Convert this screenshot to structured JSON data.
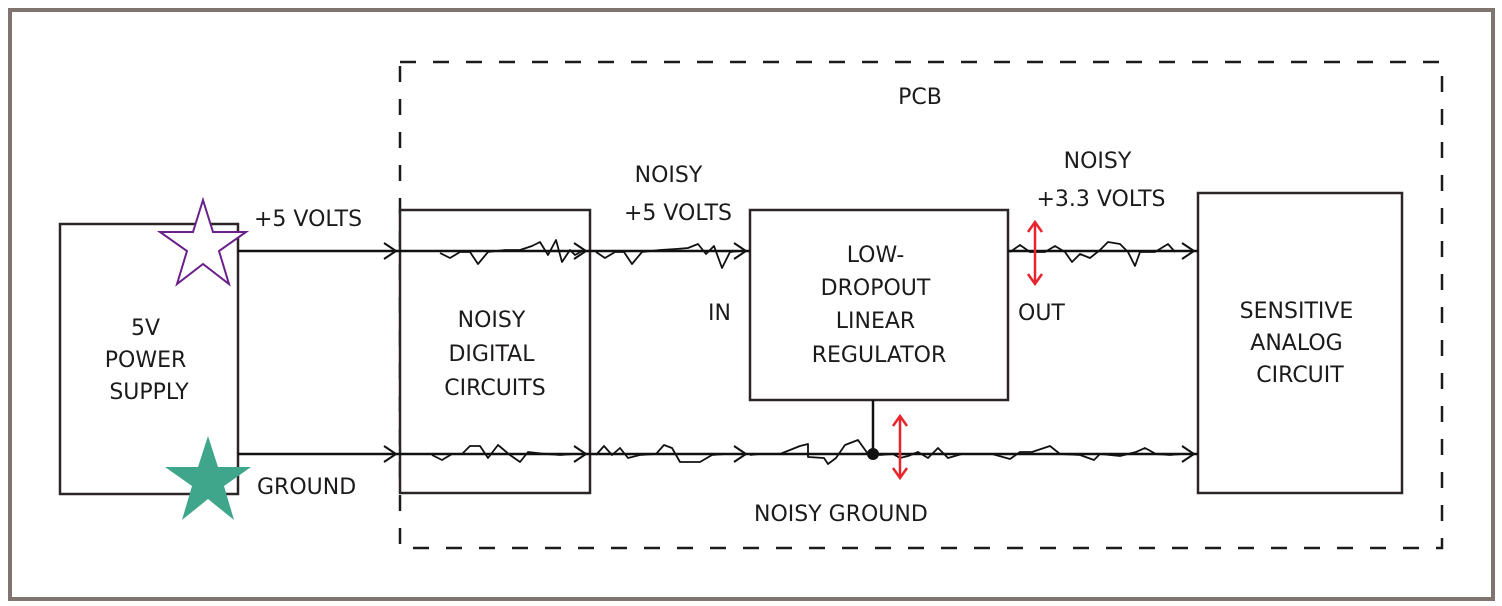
{
  "diagram": {
    "pcb_label": "PCB",
    "blocks": {
      "power_supply": [
        "5V",
        "POWER",
        "SUPPLY"
      ],
      "digital": [
        "NOISY",
        "DIGITAL",
        "CIRCUITS"
      ],
      "ldo": [
        "LOW-",
        "DROPOUT",
        "LINEAR",
        "REGULATOR"
      ],
      "analog": [
        "SENSITIVE",
        "ANALOG",
        "CIRCUIT"
      ]
    },
    "labels": {
      "plus5": "+5 VOLTS",
      "ground": "GROUND",
      "noisy5_line1": "NOISY",
      "noisy5_line2": "+5 VOLTS",
      "noisy33_line1": "NOISY",
      "noisy33_line2": "+3.3 VOLTS",
      "in": "IN",
      "out": "OUT",
      "noisy_ground": "NOISY GROUND"
    },
    "colors": {
      "supply_star": "#6b1f8a",
      "ground_star": "#3fa68c",
      "noise_indicator": "#e8242c",
      "frame": "#807470"
    },
    "icons": {
      "supply_star": "star-outline-icon",
      "ground_star": "star-filled-icon",
      "noise_arrow": "double-arrow-vertical-icon"
    }
  }
}
